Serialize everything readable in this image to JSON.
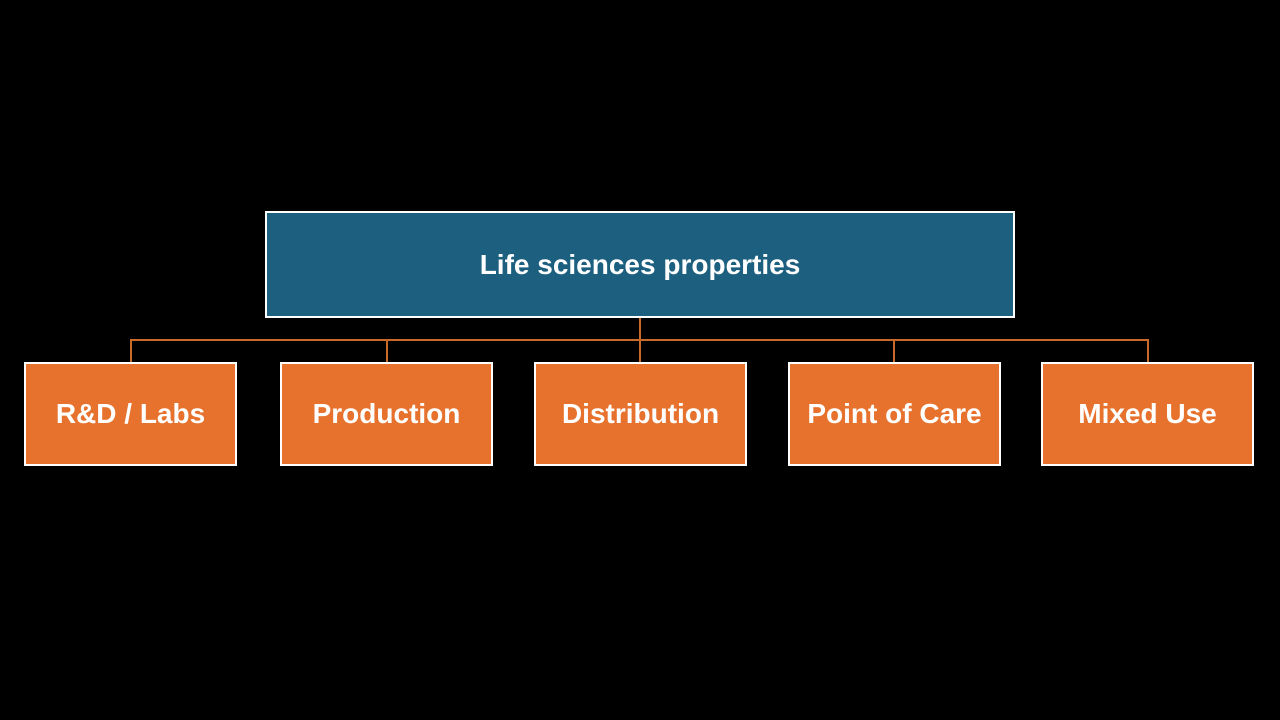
{
  "diagram": {
    "type": "hierarchy-org-chart",
    "root": {
      "label": "Life sciences properties"
    },
    "children": [
      {
        "label": "R&D / Labs"
      },
      {
        "label": "Production"
      },
      {
        "label": "Distribution"
      },
      {
        "label": "Point of Care"
      },
      {
        "label": "Mixed Use"
      }
    ],
    "colors": {
      "background": "#000000",
      "root_fill": "#1c5f7e",
      "child_fill": "#e7722e",
      "node_border": "#ffffff",
      "connector": "#c96a28",
      "text": "#ffffff"
    }
  }
}
